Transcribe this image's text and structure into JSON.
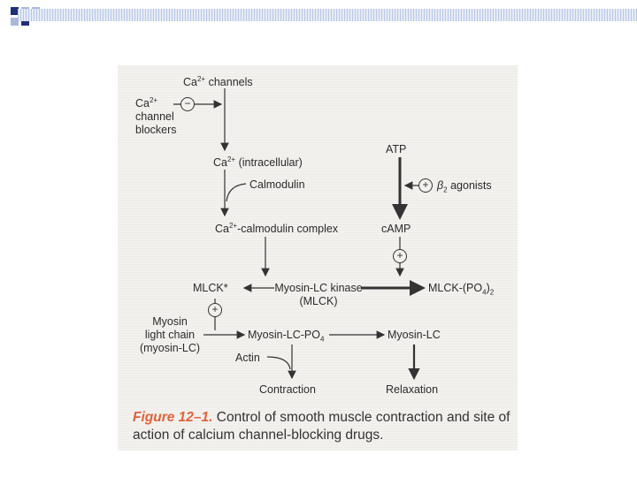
{
  "diagram": {
    "nodes": {
      "ca_channels": {
        "base": "Ca",
        "sup": "2+",
        "rest": " channels"
      },
      "blockers": {
        "base": "Ca",
        "sup": "2+",
        "line2": "channel",
        "line3": "blockers"
      },
      "ca_intra": {
        "base": "Ca",
        "sup": "2+",
        "rest": " (intracellular)"
      },
      "calmodulin": "Calmodulin",
      "ca_cam_complex": {
        "base": "Ca",
        "sup": "2+",
        "rest": "-calmodulin complex"
      },
      "atp": "ATP",
      "b2": {
        "pre": "β",
        "sub": "2",
        "rest": " agonists"
      },
      "camp": "cAMP",
      "mlck_star": "MLCK*",
      "mlc_kinase": {
        "line1": "Myosin-LC kinase",
        "line2": "(MLCK)"
      },
      "mlck_po4": {
        "pre": "MLCK-(PO",
        "sub1": "4",
        "mid": ")",
        "sub2": "2"
      },
      "myosin_lc_src": {
        "line1": "Myosin",
        "line2": "light chain",
        "line3": "(myosin-LC)"
      },
      "myosin_lc_po4": {
        "pre": "Myosin-LC-PO",
        "sub": "4"
      },
      "myosin_lc": "Myosin-LC",
      "actin": "Actin",
      "contraction": "Contraction",
      "relaxation": "Relaxation"
    },
    "signs": {
      "minus": "−",
      "plus": "+"
    }
  },
  "caption": {
    "label": "Figure 12–1.",
    "text": " Control of smooth muscle contraction and site of action of calcium channel-blocking drugs."
  },
  "colors": {
    "deco_dark": "#1f2f7a",
    "deco_light": "#aab8dc",
    "figure_label": "#e0633a"
  }
}
